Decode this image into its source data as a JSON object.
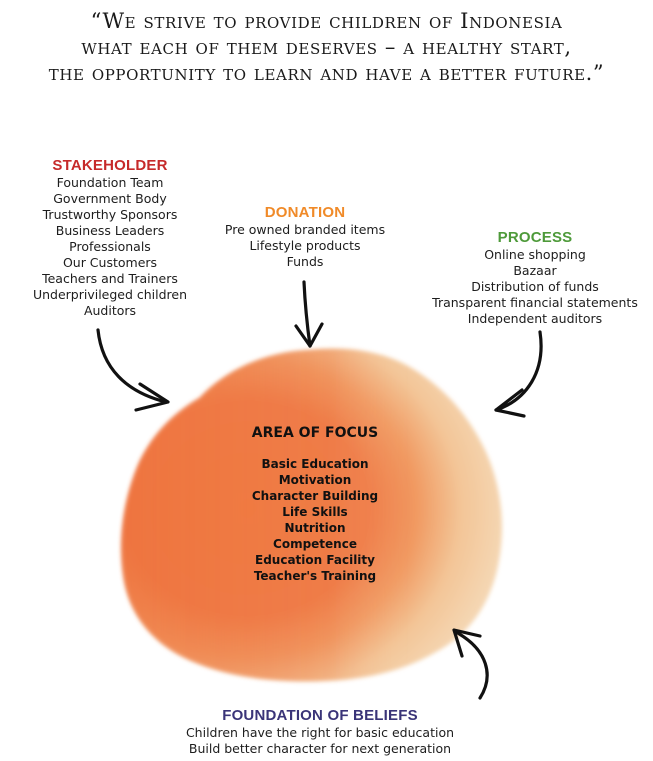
{
  "quote": {
    "line1": "“We strive to provide children of Indonesia",
    "line2": "what each of them deserves – a healthy start,",
    "line3": "the opportunity to learn and have a better future.”"
  },
  "stakeholder": {
    "title": "STAKEHOLDER",
    "color": "#c62a2a",
    "items": [
      "Foundation Team",
      "Government Body",
      "Trustworthy Sponsors",
      "Business Leaders",
      "Professionals",
      "Our Customers",
      "Teachers and Trainers",
      "Underprivileged children",
      "Auditors"
    ]
  },
  "donation": {
    "title": "DONATION",
    "color": "#f08a28",
    "items": [
      "Pre owned branded items",
      "Lifestyle products",
      "Funds"
    ]
  },
  "process": {
    "title": "PROCESS",
    "color": "#4e9a3a",
    "items": [
      "Online shopping",
      "Bazaar",
      "Distribution of funds",
      "Transparent financial statements",
      "Independent auditors"
    ]
  },
  "focus": {
    "title": "AREA OF FOCUS",
    "items": [
      "Basic Education",
      "Motivation",
      "Character Building",
      "Life Skills",
      "Nutrition",
      "Competence",
      "Education Facility",
      "Teacher's Training"
    ]
  },
  "beliefs": {
    "title": "FOUNDATION OF BELIEFS",
    "color": "#3a3478",
    "items": [
      "Children have the right for basic education",
      "Build better character for next generation"
    ]
  },
  "colors": {
    "blob_main": "#ef7740",
    "blob_light": "#f3d8b4"
  }
}
